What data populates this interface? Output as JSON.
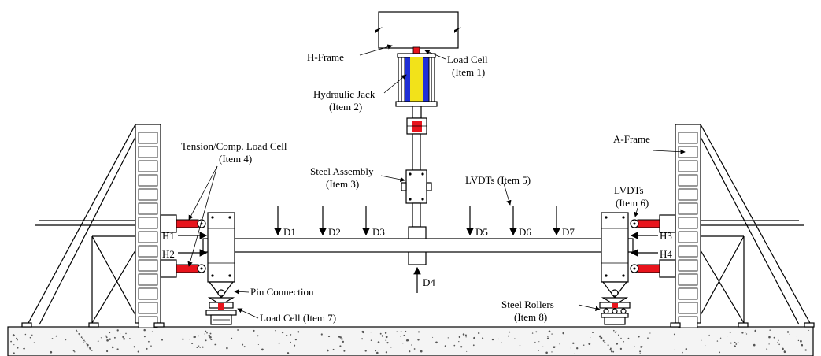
{
  "labels": {
    "h_frame": "H-Frame",
    "load_cell_1": "Load Cell",
    "load_cell_1_item": "(Item 1)",
    "jack": "Hydraulic Jack",
    "jack_item": "(Item 2)",
    "tension_cell": "Tension/Comp. Load Cell",
    "tension_cell_item": "(Item 4)",
    "steel_assembly": "Steel Assembly",
    "steel_assembly_item": "(Item 3)",
    "lvdts_5": "LVDTs (Item 5)",
    "lvdts_6": "LVDTs",
    "lvdts_6_item": "(Item 6)",
    "a_frame": "A-Frame",
    "pin_connection": "Pin Connection",
    "load_cell_7": "Load Cell (Item 7)",
    "steel_rollers": "Steel Rollers",
    "steel_rollers_item": "(Item 8)"
  },
  "sensors": {
    "d1": "D1",
    "d2": "D2",
    "d3": "D3",
    "d4": "D4",
    "d5": "D5",
    "d6": "D6",
    "d7": "D7",
    "h1": "H1",
    "h2": "H2",
    "h3": "H3",
    "h4": "H4"
  },
  "colors": {
    "load_cell": "#e8141c",
    "jack_blue": "#1f2fd6",
    "jack_yellow": "#f2e21a",
    "ground_fill": "#f4f4f4"
  }
}
